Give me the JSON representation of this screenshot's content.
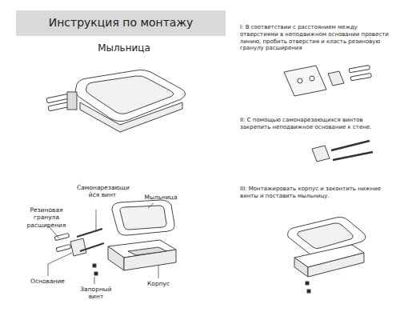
{
  "diagram": {
    "title": "Инструкция по монтажу",
    "labels": [
      "Мыльница",
      "Самонарезающи йся винт",
      "Мыльница",
      "Резиновая гранула расширения",
      "Основание",
      "Запорный винт",
      "Корпус",
      "I: В соответствии с расстоянием между отверстиями в неподвижном основании провести линию, пробить отверстия и класть резиновую гранулу расширения",
      "II: С помощью самонарезающихся винтов закрепить неподвижное основание к стене.",
      "III: Монтажировать корпус и законтить нижние винты и поставить мыльницу."
    ]
  }
}
